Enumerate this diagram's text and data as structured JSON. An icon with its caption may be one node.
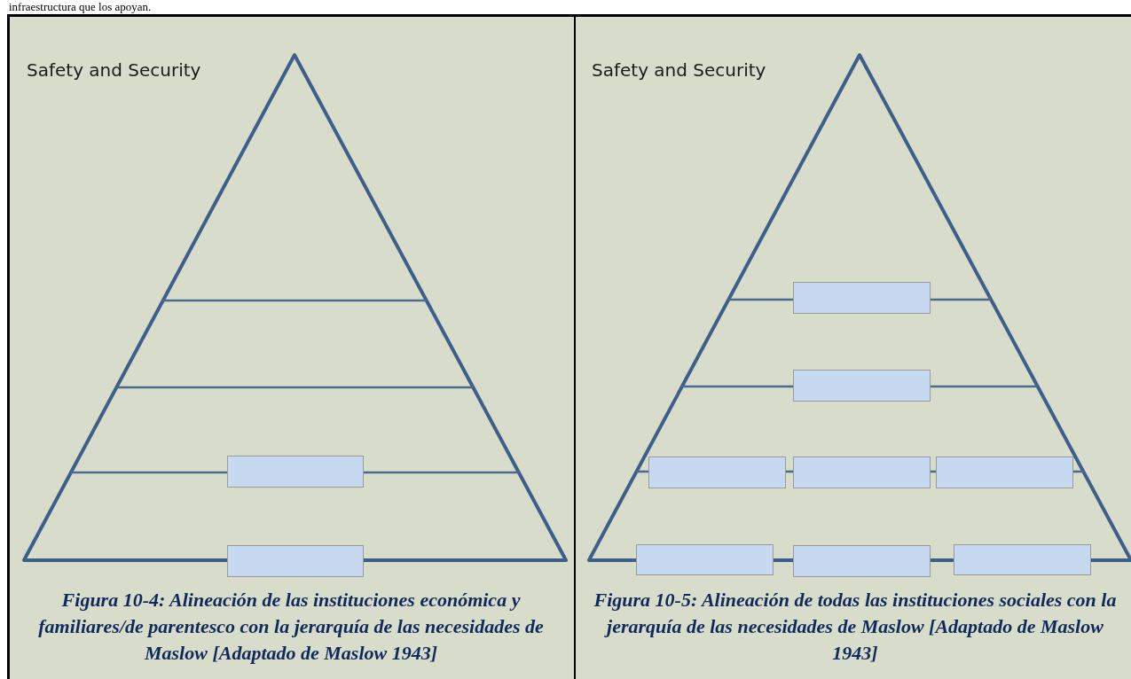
{
  "diagram": {
    "nodes": [
      {
        "text": [],
        "shape": "box"
      },
      {
        "text": [],
        "shape": "box"
      },
      {
        "text": [],
        "shape": "box"
      },
      {
        "text": [],
        "shape": "box"
      },
      {
        "text": [],
        "shape": "box"
      },
      {
        "text": [],
        "shape": "box"
      },
      {
        "text": [],
        "shape": "box"
      },
      {
        "text": [],
        "shape": "box"
      },
      {
        "text": [],
        "shape": "box"
      },
      {
        "text": [],
        "shape": "box"
      }
    ],
    "labels": [
      "infraestructura que los apoyan.",
      "Safety and Security",
      "Figura 10-4: Alineación de las instituciones económica y familiares/de parentesco con la jerarquía de las necesidades de Maslow [Adaptado de Maslow 1943]",
      "Safety and Security",
      "Figura 10-5: Alineación de todas las instituciones sociales con la jerarquía de las necesidades de Maslow [Adaptado de Maslow 1943]"
    ]
  }
}
